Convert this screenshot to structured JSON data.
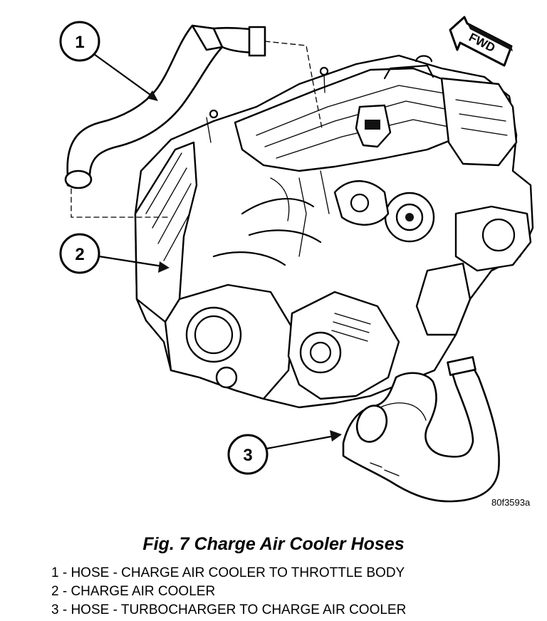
{
  "figure": {
    "code": "80f3593a",
    "caption": "Fig. 7 Charge Air Cooler Hoses",
    "direction_label": "FWD",
    "callouts": [
      {
        "number": "1",
        "text": "1 - HOSE - CHARGE AIR COOLER TO THROTTLE BODY"
      },
      {
        "number": "2",
        "text": "2 - CHARGE AIR COOLER"
      },
      {
        "number": "3",
        "text": "3 - HOSE - TURBOCHARGER TO CHARGE AIR COOLER"
      }
    ]
  }
}
